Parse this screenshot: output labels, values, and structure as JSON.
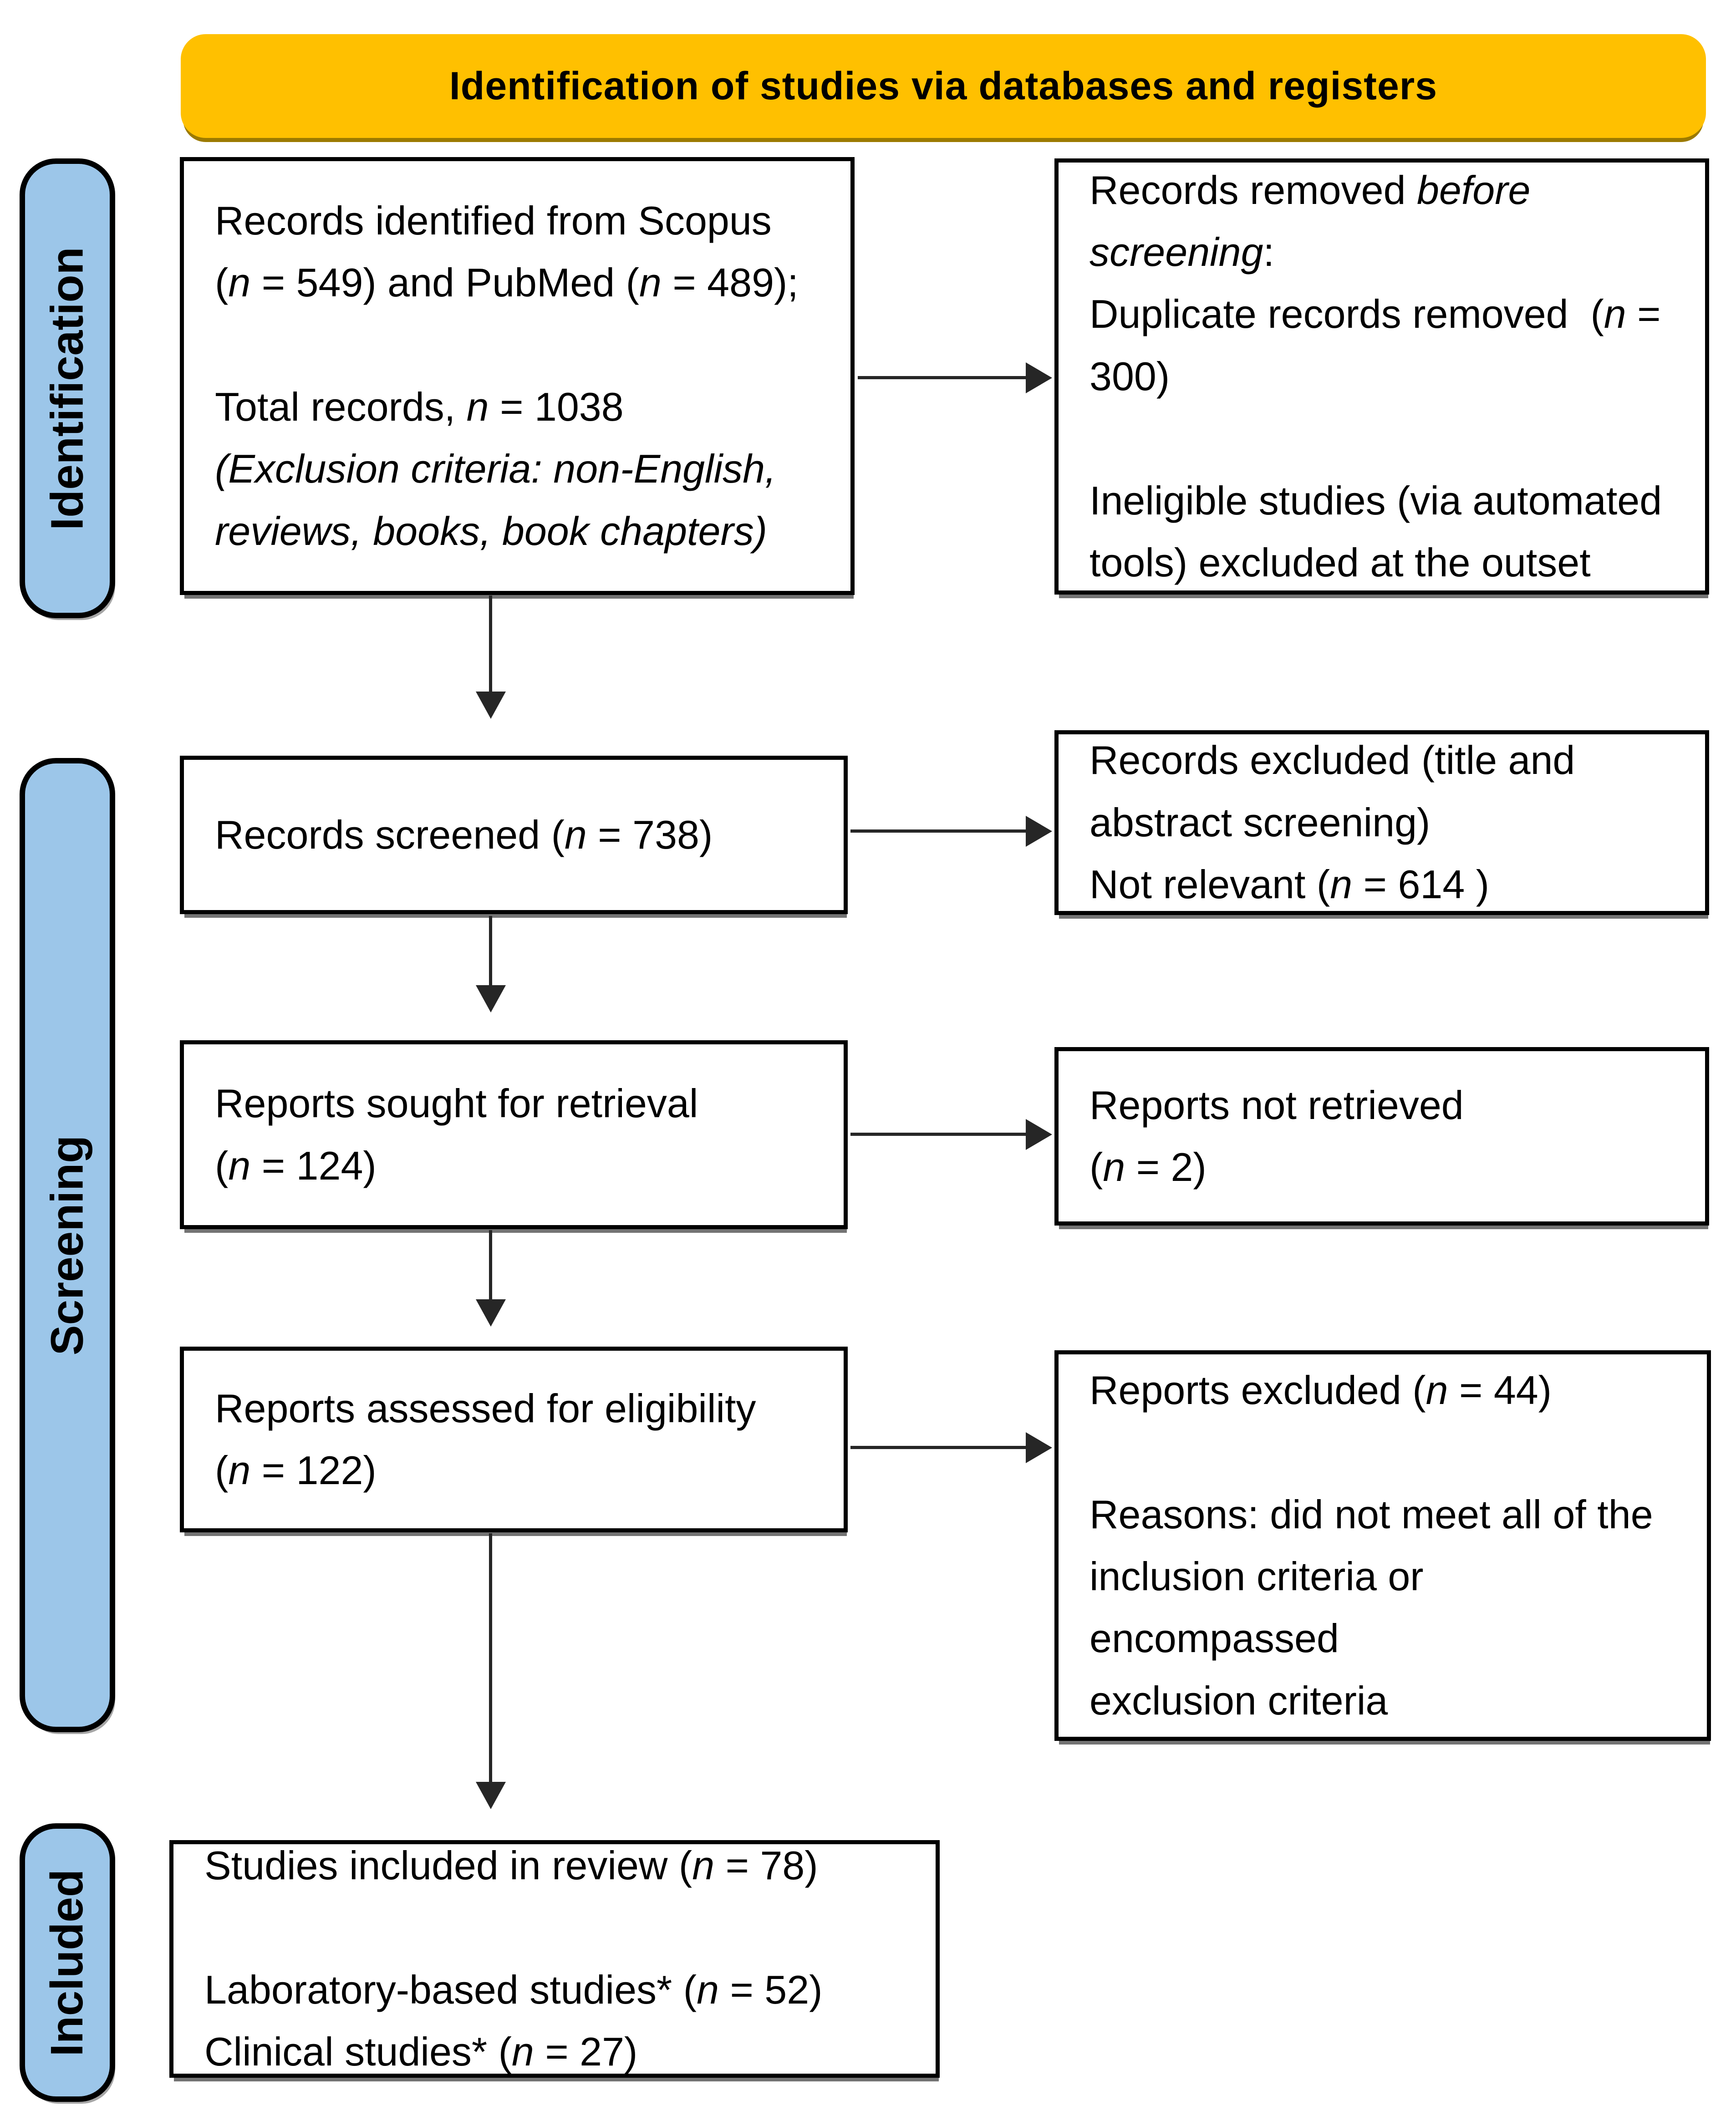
{
  "header": {
    "title": "Identification of studies via databases and registers"
  },
  "sidebar": {
    "stages": [
      {
        "id": "identification",
        "label": "Identification"
      },
      {
        "id": "screening",
        "label": "Screening"
      },
      {
        "id": "included",
        "label": "Included"
      }
    ]
  },
  "flow": {
    "main": [
      {
        "id": "records-identified",
        "text": "Records identified from Scopus\n(_n_ = 549) and PubMed (_n_ = 489);\n\nTotal records, _n_ = 1038\n_(Exclusion criteria: non-English,\nreviews, books, book chapters)_"
      },
      {
        "id": "records-screened",
        "text": "Records screened (_n_ = 738)"
      },
      {
        "id": "reports-sought",
        "text": "Reports sought for retrieval\n(_n_ = 124)"
      },
      {
        "id": "reports-assessed",
        "text": "Reports assessed for eligibility\n(_n_ = 122)"
      },
      {
        "id": "studies-included",
        "text": "Studies included in review (_n_ = 78)\n\nLaboratory-based studies* (_n_ = 52)\nClinical studies* (_n_ = 27)"
      }
    ],
    "side": [
      {
        "id": "records-removed",
        "text": "Records removed _before\nscreening_:\nDuplicate records removed  (_n_ =\n300)\n\nIneligible studies (via automated\ntools) excluded at the outset"
      },
      {
        "id": "records-excluded",
        "text": "Records excluded (title and\nabstract screening)\nNot relevant (_n_ = 614 )"
      },
      {
        "id": "reports-not-retrieved",
        "text": "Reports not retrieved\n(_n_ = 2)"
      },
      {
        "id": "reports-excluded",
        "text": "Reports excluded (_n_ = 44)\n\nReasons: did not meet all of the\ninclusion criteria or encompassed\nexclusion criteria"
      }
    ]
  },
  "colors": {
    "banner": "#FFC000",
    "banner_shadow": "#9C7A00",
    "stage_fill": "#9CC6E9",
    "border": "#000000",
    "arrow": "#262626"
  }
}
